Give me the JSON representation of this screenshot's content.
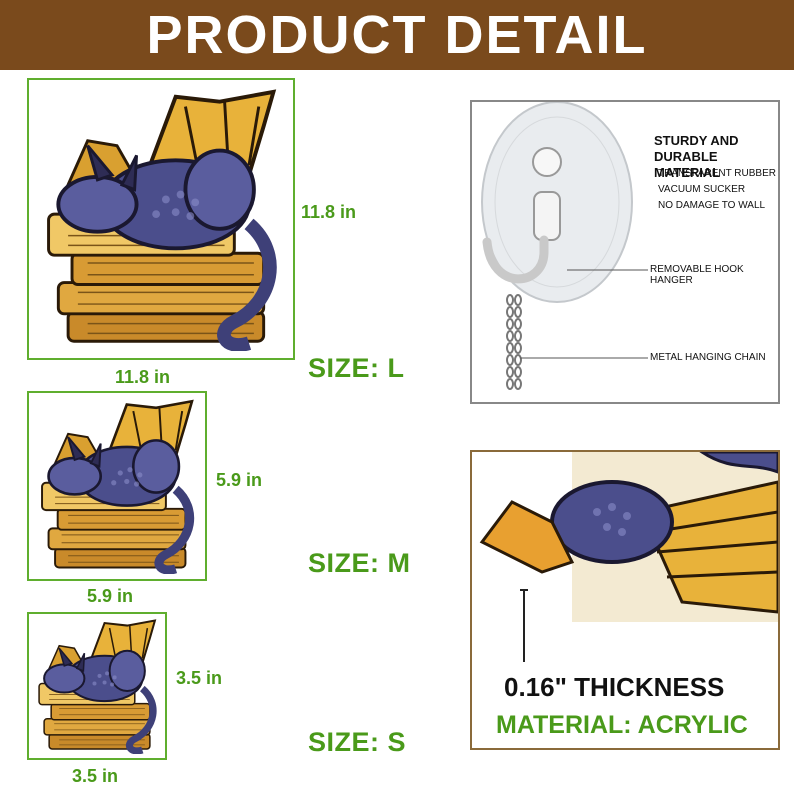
{
  "header": {
    "title": "PRODUCT DETAIL"
  },
  "colors": {
    "banner": "#7a4a1c",
    "accent_green": "#4a9a1a",
    "frame_green": "#5fae2e",
    "dragon": "#4b4e8c",
    "wing": "#e8b23a",
    "book": "#e0a840"
  },
  "sizes": [
    {
      "label": "SIZE: L",
      "height": "11.8 in",
      "width": "11.8 in"
    },
    {
      "label": "SIZE: M",
      "height": "5.9 in",
      "width": "5.9 in"
    },
    {
      "label": "SIZE: S",
      "height": "3.5 in",
      "width": "3.5 in"
    }
  ],
  "hanger": {
    "heading_line1": "STURDY AND",
    "heading_line2": "DURABLE MATERIAL",
    "sub1": "TRANSPARENT RUBBER",
    "sub2": "VACUUM SUCKER",
    "sub3": "NO DAMAGE TO WALL",
    "hook_label": "REMOVABLE HOOK HANGER",
    "chain_label": "METAL HANGING CHAIN"
  },
  "detail": {
    "thickness": "0.16\" THICKNESS",
    "material": "MATERIAL: ACRYLIC"
  },
  "icons": [
    "dragon-on-books-art",
    "suction-cup-hook-icon",
    "chain-icon"
  ]
}
